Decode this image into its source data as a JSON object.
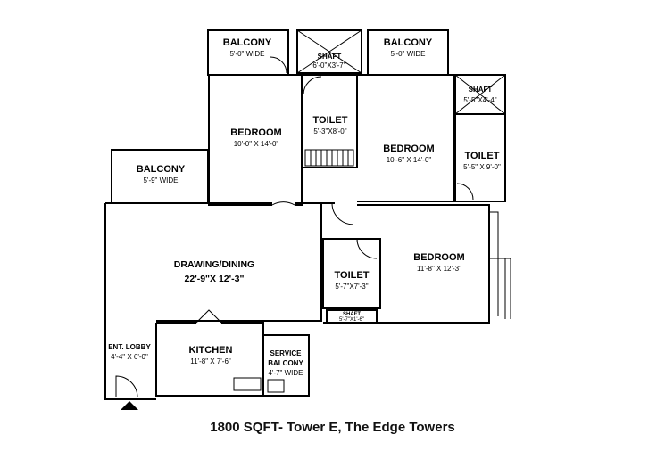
{
  "rooms": {
    "balcony_left": {
      "name": "BALCONY",
      "size": "5'-0\" WIDE"
    },
    "shaft_top": {
      "name": "SHAFT",
      "size": "6'-0\"X3'-7\""
    },
    "balcony_right": {
      "name": "BALCONY",
      "size": "5'-0\" WIDE"
    },
    "shaft_right": {
      "name": "SHAFT",
      "size": "5'-5\"X4'-4\""
    },
    "bedroom_1": {
      "name": "BEDROOM",
      "size": "10'-0\" X 14'-0\""
    },
    "toilet_1": {
      "name": "TOILET",
      "size": "5'-3\"X8'-0\""
    },
    "bedroom_2": {
      "name": "BEDROOM",
      "size": "10'-6\" X 14'-0\""
    },
    "toilet_2": {
      "name": "TOILET",
      "size": "5'-5\" X 9'-0\""
    },
    "balcony_drawing": {
      "name": "BALCONY",
      "size": "5'-9\" WIDE"
    },
    "drawing_dining": {
      "name": "DRAWING/DINING",
      "size": "22'-9\"X 12'-3\""
    },
    "toilet_3": {
      "name": "TOILET",
      "size": "5'-7\"X7'-3\""
    },
    "bedroom_3": {
      "name": "BEDROOM",
      "size": "11'-8\" X 12'-3\""
    },
    "shaft_small": {
      "name": "SHAFT",
      "size": "5'-7\"X1'-6\""
    },
    "ent_lobby": {
      "name": "ENT. LOBBY",
      "size": "4'-4\" X 6'-0\""
    },
    "kitchen": {
      "name": "KITCHEN",
      "size": "11'-8\" X 7'-6\""
    },
    "service_balcony": {
      "name": "SERVICE BALCONY",
      "line1": "SERVICE",
      "line2": "BALCONY",
      "size": "4'-7\" WIDE"
    }
  },
  "caption": "1800 SQFT- Tower E, The Edge Towers",
  "colors": {
    "line": "#000000",
    "background": "#ffffff",
    "caption": "#111111"
  }
}
